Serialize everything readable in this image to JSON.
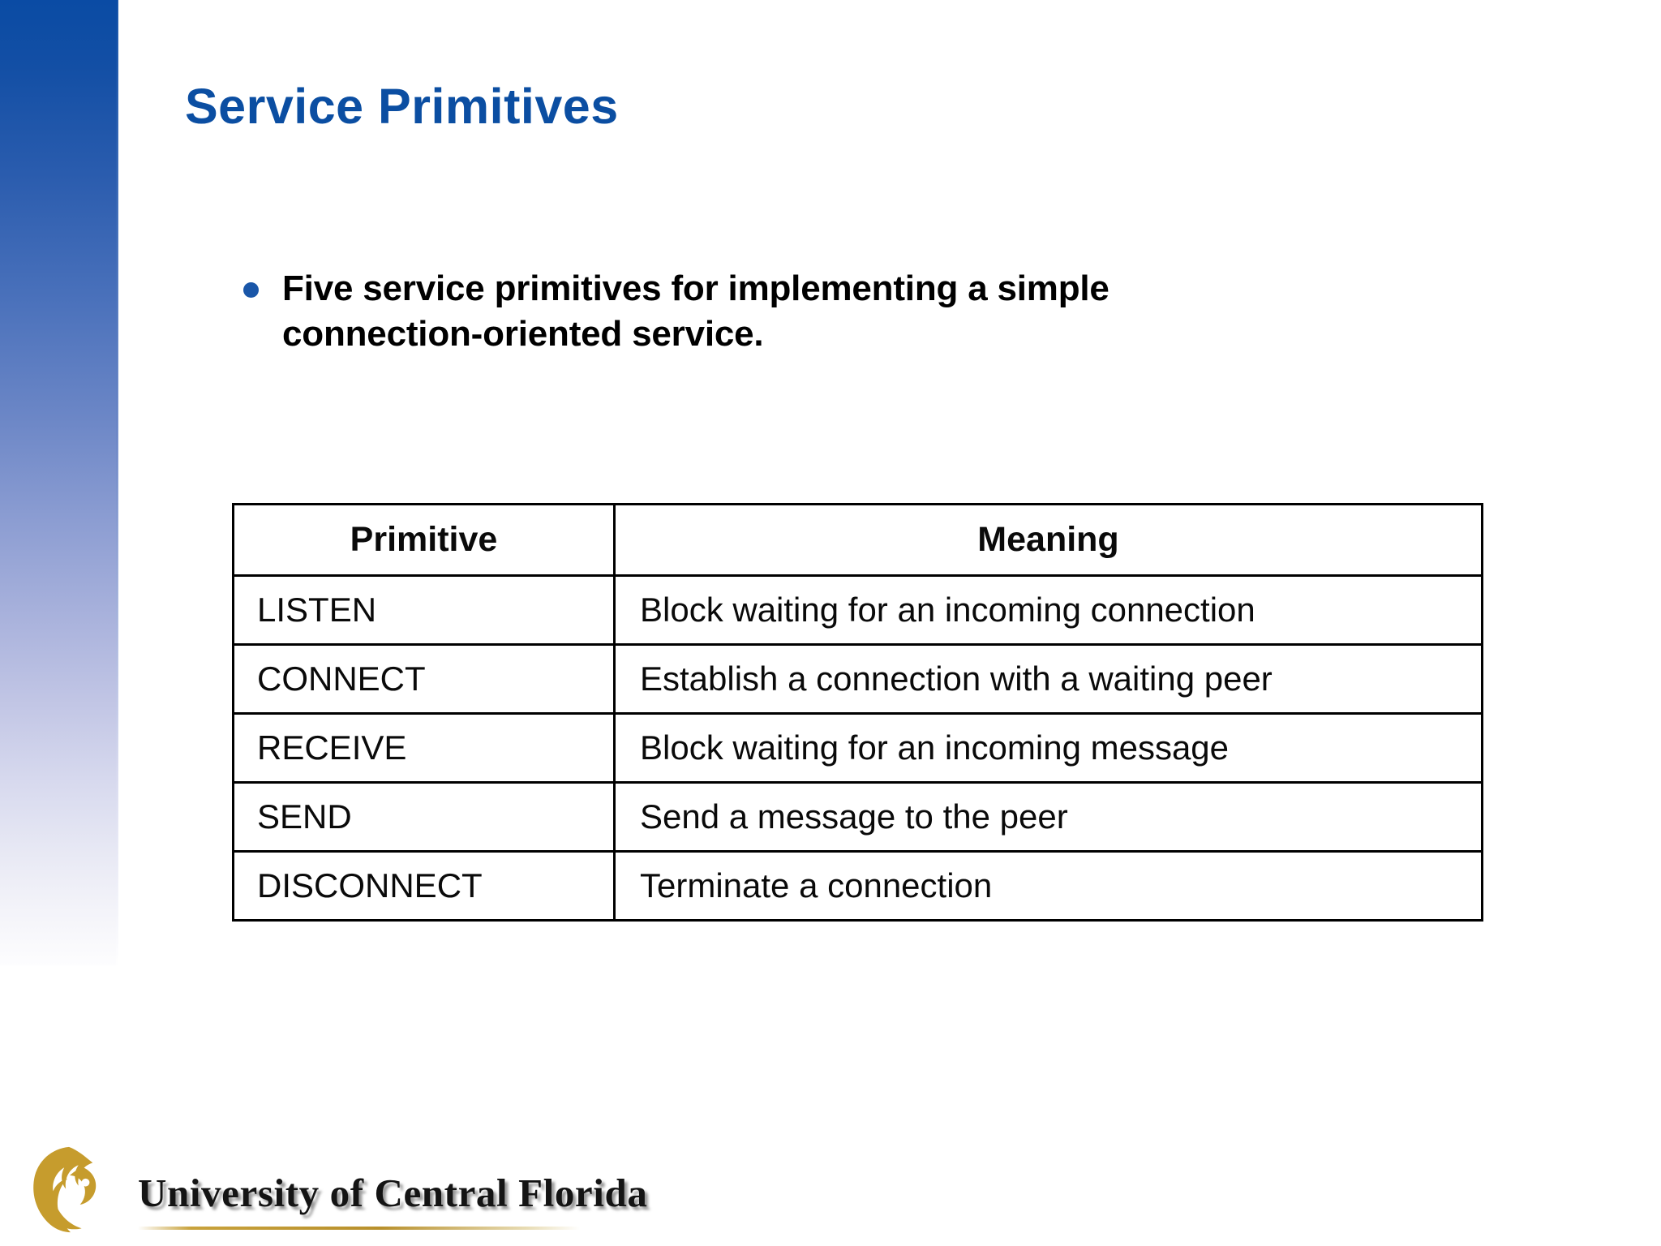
{
  "slide": {
    "title": "Service Primitives",
    "title_color": "#0b4ea2",
    "background": "#ffffff"
  },
  "bullet": {
    "marker": "bullet-dot",
    "marker_color": "#1a56a8",
    "line1": "Five service primitives for implementing a simple",
    "line2": "connection-oriented service."
  },
  "table": {
    "headers": [
      "Primitive",
      "Meaning"
    ],
    "rows": [
      {
        "primitive": "LISTEN",
        "meaning": "Block waiting for an incoming connection"
      },
      {
        "primitive": "CONNECT",
        "meaning": "Establish a connection with a waiting peer"
      },
      {
        "primitive": "RECEIVE",
        "meaning": "Block waiting for an incoming message"
      },
      {
        "primitive": "SEND",
        "meaning": "Send a message to the peer"
      },
      {
        "primitive": "DISCONNECT",
        "meaning": "Terminate a connection"
      }
    ]
  },
  "footer": {
    "institution": "University of Central Florida",
    "logo_icon": "ucf-pegasus-logo",
    "logo_color": "#c69c2d"
  }
}
